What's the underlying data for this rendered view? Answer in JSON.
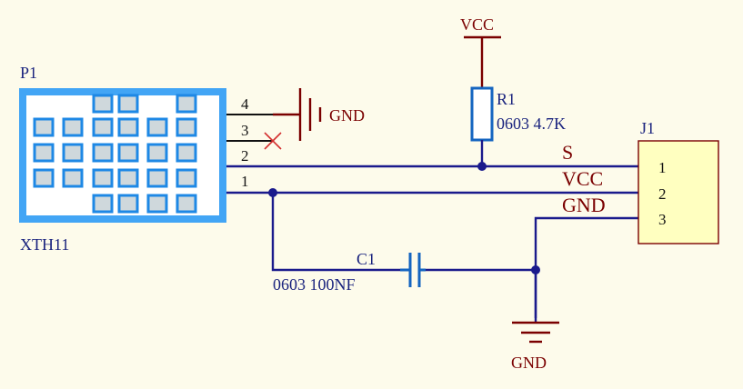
{
  "sensor": {
    "designator": "P1",
    "part": "XTH11",
    "pins": [
      "4",
      "3",
      "2",
      "1"
    ]
  },
  "resistor": {
    "designator": "R1",
    "value": "0603 4.7K"
  },
  "capacitor": {
    "designator": "C1",
    "value": "0603 100NF"
  },
  "connector": {
    "designator": "J1",
    "pins": [
      "1",
      "2",
      "3"
    ]
  },
  "nets": {
    "signal": "S",
    "vcc_label": "VCC",
    "gnd_label": "GND",
    "vcc_top": "VCC",
    "gnd_pin4": "GND",
    "gnd_bottom": "GND"
  },
  "colors": {
    "background": "#fdfbeb",
    "wire": "#1a1a8c",
    "power": "#7a0000",
    "component": "#1565c0",
    "sensor_fill": "#cfd8dc",
    "connector_fill": "#ffffc0"
  }
}
